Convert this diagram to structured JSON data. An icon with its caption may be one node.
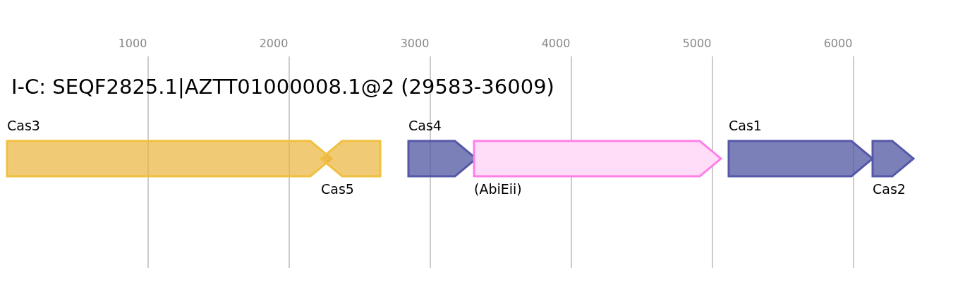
{
  "diagram": {
    "title": "I-C: SEQF2825.1|AZTT01000008.1@2 (29583-36009)",
    "nodes": [
      {
        "text": [
          "Cas3"
        ]
      },
      {
        "text": [
          "Cas5"
        ]
      },
      {
        "text": [
          "Cas4"
        ]
      },
      {
        "text": [
          "(AbiEii)"
        ]
      },
      {
        "text": [
          "Cas1"
        ]
      },
      {
        "text": [
          "Cas2"
        ]
      }
    ],
    "edges": [],
    "labels": [
      "1000",
      "2000",
      "3000",
      "4000",
      "5000",
      "6000"
    ]
  }
}
